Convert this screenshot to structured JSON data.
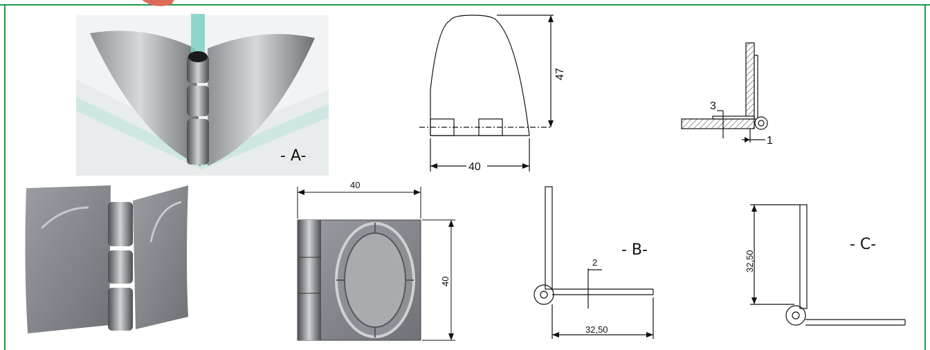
{
  "colors": {
    "frame": "#1e9a4a",
    "accent_red": "#e06a5a",
    "glass": "#7fcfc4",
    "steel_light": "#c9cccf",
    "steel_dark": "#55585c"
  },
  "labels": {
    "A": "- A-",
    "B": "- B-",
    "C": "- C-"
  },
  "dims": {
    "top_height": "47",
    "top_width": "40",
    "section_thickness": "3",
    "section_gap": "1",
    "plate_width": "40",
    "plate_height": "40",
    "b_thickness": "2",
    "b_length": "32,50",
    "c_height": "32,50"
  }
}
